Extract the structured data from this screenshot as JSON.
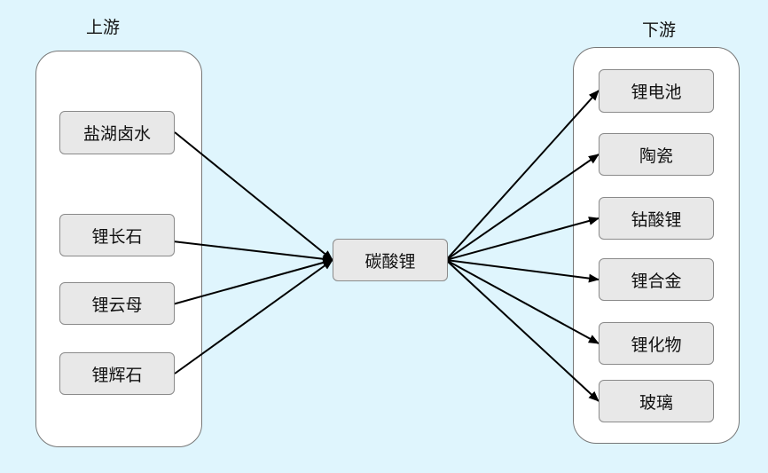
{
  "upstream": {
    "label": "上游",
    "items": [
      {
        "id": "u1",
        "label": "盐湖卤水"
      },
      {
        "id": "u2",
        "label": "锂长石"
      },
      {
        "id": "u3",
        "label": "锂云母"
      },
      {
        "id": "u4",
        "label": "锂辉石"
      }
    ]
  },
  "center": {
    "id": "c",
    "label": "碳酸锂"
  },
  "downstream": {
    "label": "下游",
    "items": [
      {
        "id": "d1",
        "label": "锂电池"
      },
      {
        "id": "d2",
        "label": "陶瓷"
      },
      {
        "id": "d3",
        "label": "钴酸锂"
      },
      {
        "id": "d4",
        "label": "锂合金"
      },
      {
        "id": "d5",
        "label": "锂化物"
      },
      {
        "id": "d6",
        "label": "玻璃"
      }
    ]
  },
  "edges": [
    {
      "from": "u1",
      "to": "c"
    },
    {
      "from": "u2",
      "to": "c"
    },
    {
      "from": "u3",
      "to": "c"
    },
    {
      "from": "u4",
      "to": "c"
    },
    {
      "from": "c",
      "to": "d1"
    },
    {
      "from": "c",
      "to": "d2"
    },
    {
      "from": "c",
      "to": "d3"
    },
    {
      "from": "c",
      "to": "d4"
    },
    {
      "from": "c",
      "to": "d5"
    },
    {
      "from": "c",
      "to": "d6"
    }
  ],
  "colors": {
    "background": "#dff5fd",
    "container": "#ffffff",
    "node_fill": "#e8e8e8",
    "node_border": "#8a8a8a",
    "arrow": "#000000"
  }
}
